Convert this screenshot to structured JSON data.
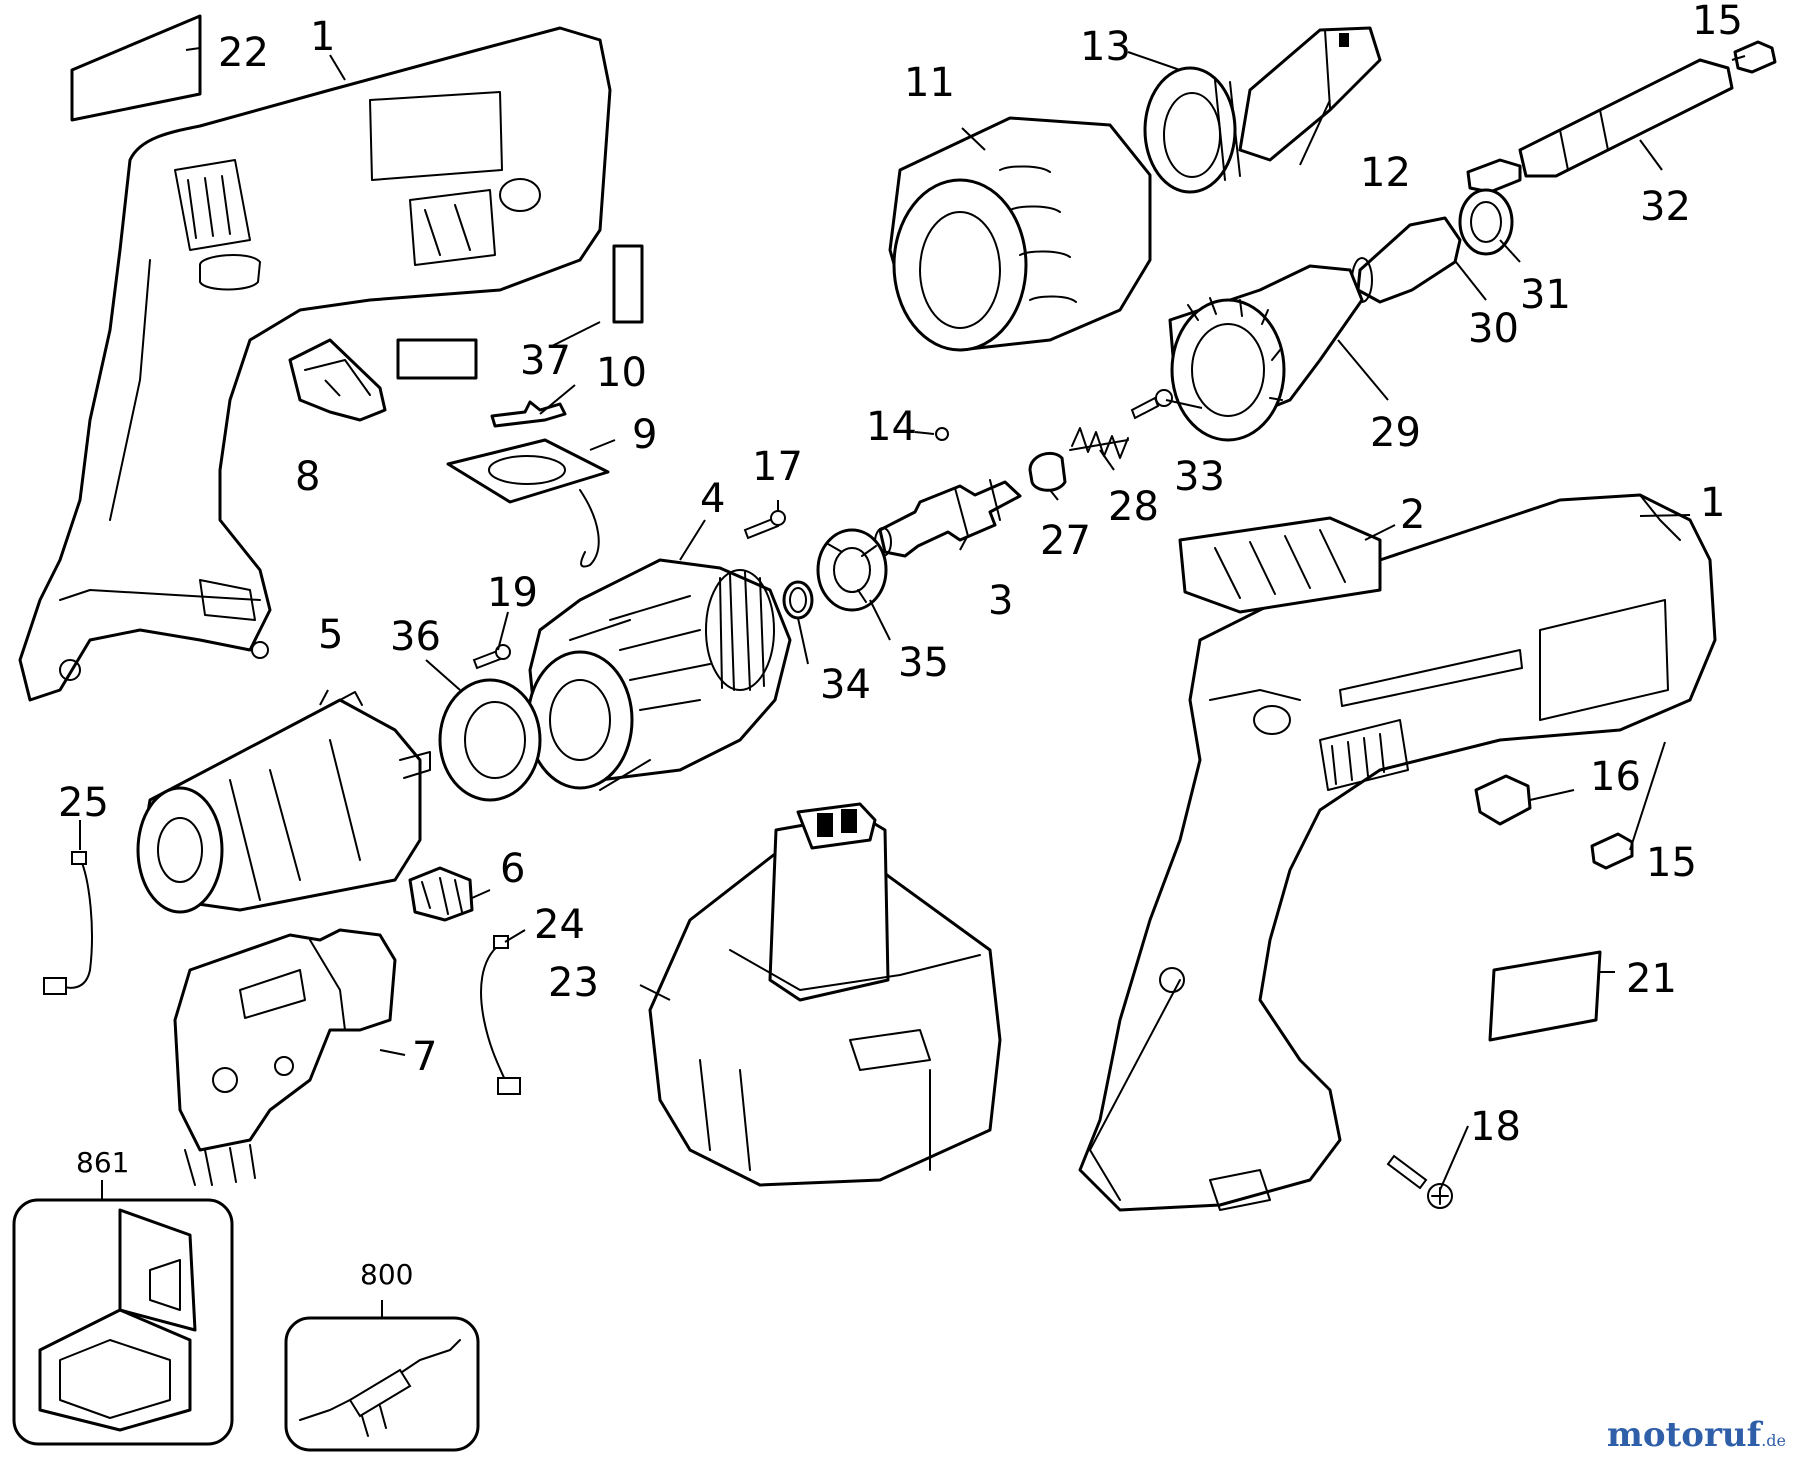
{
  "diagram": {
    "type": "exploded-parts-diagram",
    "callouts": {
      "c1_top": "1",
      "c1_right": "1",
      "c2": "2",
      "c3": "3",
      "c4": "4",
      "c5": "5",
      "c6": "6",
      "c7": "7",
      "c8": "8",
      "c9": "9",
      "c10": "10",
      "c11": "11",
      "c12": "12",
      "c13": "13",
      "c14": "14",
      "c15_top": "15",
      "c15_right": "15",
      "c16": "16",
      "c17": "17",
      "c18": "18",
      "c19": "19",
      "c21": "21",
      "c22": "22",
      "c23": "23",
      "c24": "24",
      "c25": "25",
      "c27": "27",
      "c28": "28",
      "c29": "29",
      "c30": "30",
      "c31": "31",
      "c32": "32",
      "c33": "33",
      "c34": "34",
      "c35": "35",
      "c36": "36",
      "c37": "37",
      "c800": "800",
      "c861": "861"
    }
  },
  "watermark": {
    "text": "motoruf",
    "tld": ".de"
  }
}
